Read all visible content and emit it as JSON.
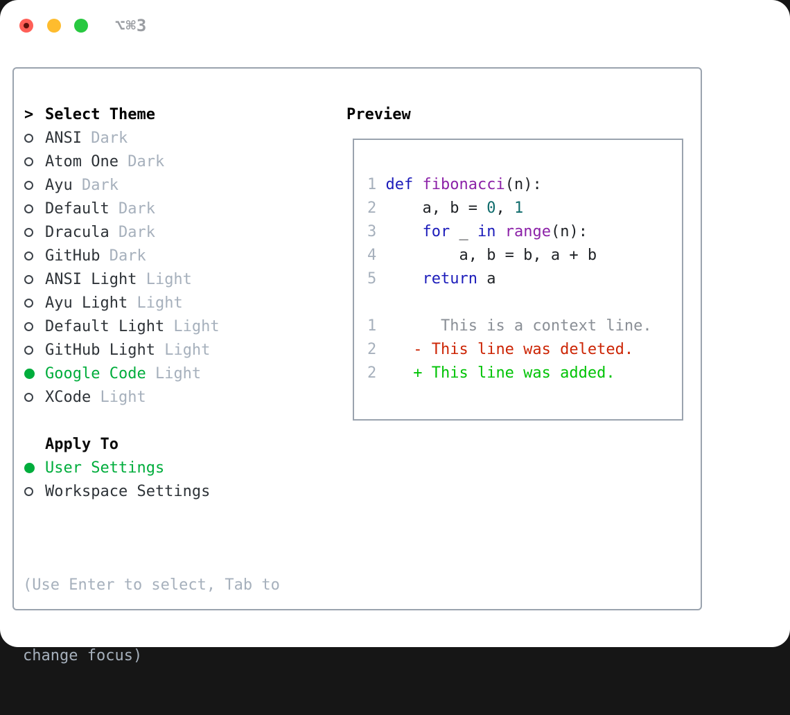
{
  "colors": {
    "accent_green": "#00ad3c",
    "diff_deleted_red": "#cc2505",
    "diff_added_green": "#00c305",
    "keyword_blue": "#1c1cba",
    "function_purple": "#8c22a8",
    "literal_teal": "#0e6b6b",
    "muted_gray": "#a6b0bc",
    "border_gray": "#9aa3ae",
    "traffic_red": "#ff5f57",
    "traffic_yellow": "#febc2e",
    "traffic_green": "#28c840"
  },
  "titlebar": {
    "shortcut": "⌥⌘3"
  },
  "theme_panel": {
    "header": {
      "prefix": ">",
      "label": "Select Theme"
    },
    "themes": [
      {
        "name": "ANSI",
        "tag": "Dark",
        "selected": false
      },
      {
        "name": "Atom One",
        "tag": "Dark",
        "selected": false
      },
      {
        "name": "Ayu",
        "tag": "Dark",
        "selected": false
      },
      {
        "name": "Default",
        "tag": "Dark",
        "selected": false
      },
      {
        "name": "Dracula",
        "tag": "Dark",
        "selected": false
      },
      {
        "name": "GitHub",
        "tag": "Dark",
        "selected": false
      },
      {
        "name": "ANSI Light",
        "tag": "Light",
        "selected": false
      },
      {
        "name": "Ayu Light",
        "tag": "Light",
        "selected": false
      },
      {
        "name": "Default Light",
        "tag": "Light",
        "selected": false
      },
      {
        "name": "GitHub Light",
        "tag": "Light",
        "selected": false
      },
      {
        "name": "Google Code",
        "tag": "Light",
        "selected": true
      },
      {
        "name": "XCode",
        "tag": "Light",
        "selected": false
      }
    ],
    "apply_to": {
      "label": "Apply To",
      "options": [
        {
          "name": "User Settings",
          "selected": true
        },
        {
          "name": "Workspace Settings",
          "selected": false
        }
      ]
    },
    "hint_lines": [
      "(Use Enter to select, Tab to",
      "change focus)"
    ]
  },
  "preview": {
    "label": "Preview",
    "lines": [
      {
        "num": "1",
        "segments": [
          {
            "t": "def",
            "s": "kwd"
          },
          {
            "t": " ",
            "s": "pln"
          },
          {
            "t": "fibonacci",
            "s": "typ"
          },
          {
            "t": "(n):",
            "s": "pln"
          }
        ]
      },
      {
        "num": "2",
        "segments": [
          {
            "t": "    a, b = ",
            "s": "pln"
          },
          {
            "t": "0",
            "s": "lit"
          },
          {
            "t": ", ",
            "s": "pln"
          },
          {
            "t": "1",
            "s": "lit"
          }
        ]
      },
      {
        "num": "3",
        "segments": [
          {
            "t": "    ",
            "s": "pln"
          },
          {
            "t": "for",
            "s": "kwd"
          },
          {
            "t": " _ ",
            "s": "pln"
          },
          {
            "t": "in",
            "s": "kwd"
          },
          {
            "t": " ",
            "s": "pln"
          },
          {
            "t": "range",
            "s": "typ"
          },
          {
            "t": "(n):",
            "s": "pln"
          }
        ]
      },
      {
        "num": "4",
        "segments": [
          {
            "t": "        a, b = b, a + b",
            "s": "pln"
          }
        ]
      },
      {
        "num": "5",
        "segments": [
          {
            "t": "    ",
            "s": "pln"
          },
          {
            "t": "return",
            "s": "kwd"
          },
          {
            "t": " a",
            "s": "pln"
          }
        ]
      },
      {
        "num": "",
        "segments": []
      },
      {
        "num": "1",
        "segments": [
          {
            "t": "      This is a context line.",
            "s": "ctx"
          }
        ]
      },
      {
        "num": "2",
        "segments": [
          {
            "t": "   - This line was deleted.",
            "s": "del"
          }
        ]
      },
      {
        "num": "2",
        "segments": [
          {
            "t": "   + This line was added.",
            "s": "add"
          }
        ]
      }
    ]
  }
}
